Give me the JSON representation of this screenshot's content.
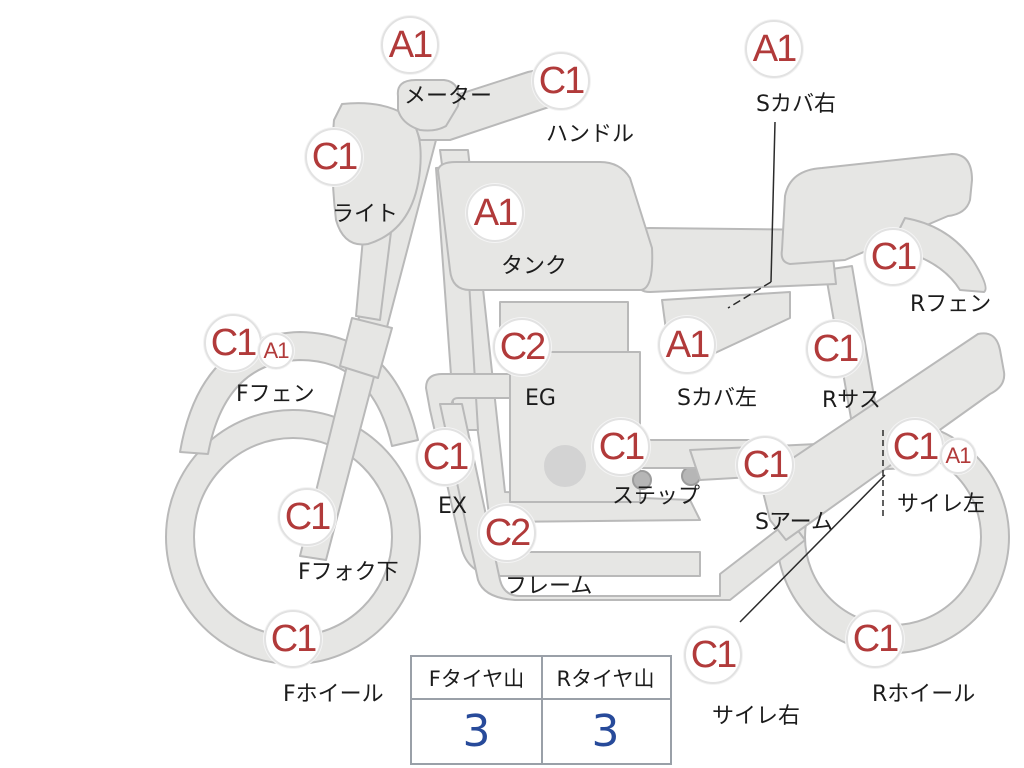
{
  "parts": [
    {
      "id": "meter",
      "grade": "A1",
      "label": "メーター"
    },
    {
      "id": "handle",
      "grade": "C1",
      "label": "ハンドル"
    },
    {
      "id": "side-cover-right",
      "grade": "A1",
      "label": "Sカバ右"
    },
    {
      "id": "light",
      "grade": "C1",
      "label": "ライト"
    },
    {
      "id": "tank",
      "grade": "A1",
      "label": "タンク"
    },
    {
      "id": "rear-fender",
      "grade": "C1",
      "label": "Rフェン"
    },
    {
      "id": "front-fender",
      "grade": "C1",
      "grade2": "A1",
      "label": "Fフェン"
    },
    {
      "id": "engine",
      "grade": "C2",
      "label": "EG"
    },
    {
      "id": "side-cover-left",
      "grade": "A1",
      "label": "Sカバ左"
    },
    {
      "id": "rear-suspension",
      "grade": "C1",
      "label": "Rサス"
    },
    {
      "id": "exhaust",
      "grade": "C1",
      "label": "EX"
    },
    {
      "id": "step",
      "grade": "C1",
      "label": "ステップ"
    },
    {
      "id": "swing-arm",
      "grade": "C1",
      "label": "Sアーム"
    },
    {
      "id": "muffler-left",
      "grade": "C1",
      "grade2": "A1",
      "label": "サイレ左"
    },
    {
      "id": "front-fork-lower",
      "grade": "C1",
      "label": "Fフォク下"
    },
    {
      "id": "frame",
      "grade": "C2",
      "label": "フレーム"
    },
    {
      "id": "muffler-right",
      "grade": "C1",
      "label": "サイレ右"
    },
    {
      "id": "front-wheel",
      "grade": "C1",
      "label": "Fホイール"
    },
    {
      "id": "rear-wheel",
      "grade": "C1",
      "label": "Rホイール"
    }
  ],
  "tire_table": {
    "front_header": "Fタイヤ山",
    "rear_header": "Rタイヤ山",
    "front_value": "3",
    "rear_value": "3"
  },
  "colors": {
    "body_fill": "#e6e6e4",
    "body_stroke": "#b9b9b9",
    "grade_text": "#b13a3a",
    "value_text": "#274a9a"
  }
}
